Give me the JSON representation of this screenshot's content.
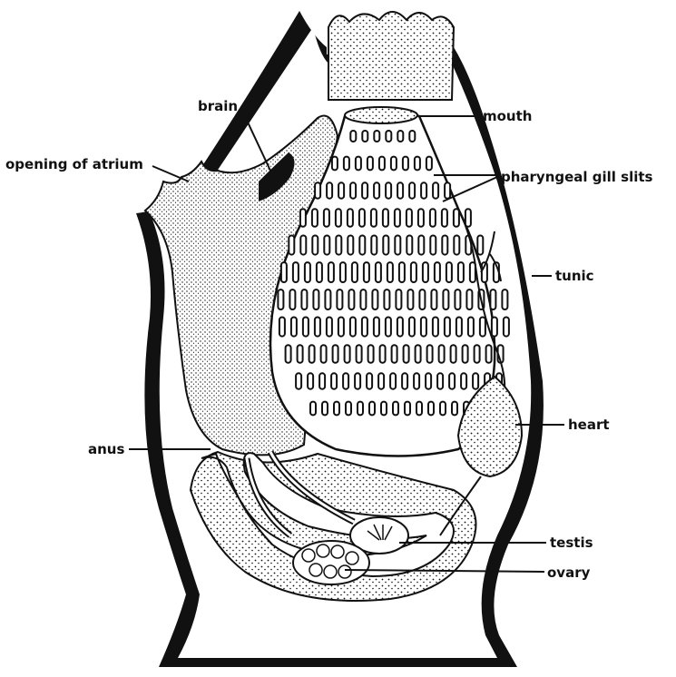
{
  "colors": {
    "ink": "#111111",
    "paper": "#ffffff"
  },
  "labels": {
    "brain": "brain",
    "opening_of_atrium": "opening of atrium",
    "mouth": "mouth",
    "pharyngeal_gill_slits": "pharyngeal gill slits",
    "tunic": "tunic",
    "heart": "heart",
    "anus": "anus",
    "testis": "testis",
    "ovary": "ovary"
  }
}
